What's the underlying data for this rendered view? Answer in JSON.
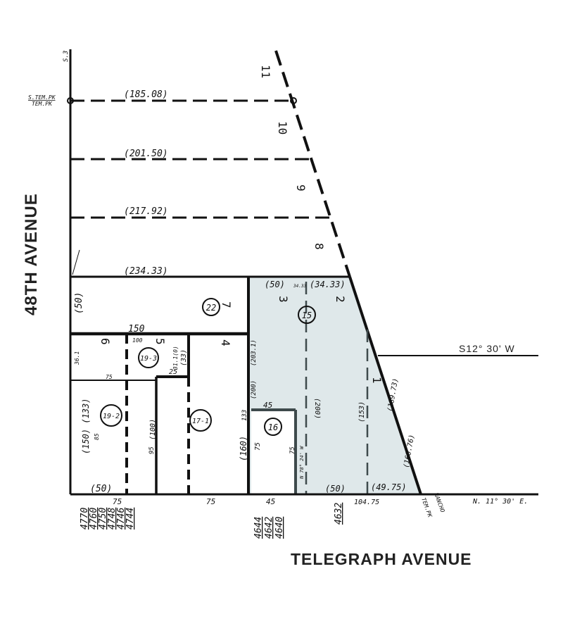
{
  "streets": {
    "left": "48TH AVENUE",
    "bottom": "TELEGRAPH AVENUE"
  },
  "colors": {
    "highlight": "#dfe8ea",
    "line": "#111111"
  },
  "reference_points": {
    "top_left_upper": "S.TEM.PK",
    "top_left_lower": "TEM.PK",
    "bottom_right_upper": "RANCHO",
    "bottom_right_lower": "TEM.PK",
    "top_marker": "S.3"
  },
  "bearings": {
    "east_line": "S12° 30' W",
    "bottom_line": "N. 11° 30' E."
  },
  "dimensions": {
    "d185": "(185.08)",
    "d201": "(201.50)",
    "d217": "(217.92)",
    "d234": "(234.33)",
    "d50_left": "(50)",
    "d150": "150",
    "d100": "100",
    "d75_mid": "75",
    "d25": "25",
    "d3110": "31.1(0)",
    "d33": "(33)",
    "d361": "36.1",
    "d150_133": "(150) (133)",
    "d85": "85",
    "d100v": "(100)",
    "d95": "95",
    "d50_bottom": "(50)",
    "d75_b1": "75",
    "d75_b2": "75",
    "d160": "(160)",
    "d133": "133",
    "d45_top": "45",
    "d75_l16": "75",
    "d75_r16": "75",
    "d45_bottom": "45",
    "d50_top15": "(50)",
    "d3433_small": "34.33",
    "d3433": "(34.33)",
    "d2031": "(203.1)",
    "d200a": "(200)",
    "d200b": "(200)",
    "n78": "N 78° 24' W",
    "d153": "(153)",
    "d18973": "(189.73)",
    "d16076": "(160.76)",
    "d50_b15": "(50)",
    "d4975": "(49.75)",
    "d10475": "104.75"
  },
  "lots": [
    "11",
    "10",
    "9",
    "8",
    "7",
    "6",
    "5",
    "4",
    "3",
    "2",
    "1"
  ],
  "parcels": [
    "22",
    "19-3",
    "19-2",
    "17-1",
    "16",
    "15"
  ],
  "addresses": {
    "group1": [
      "4770",
      "4760",
      "4750",
      "4748",
      "4746",
      "4744"
    ],
    "group2": [
      "4644",
      "4642",
      "4640"
    ],
    "group3": [
      "4632"
    ]
  }
}
